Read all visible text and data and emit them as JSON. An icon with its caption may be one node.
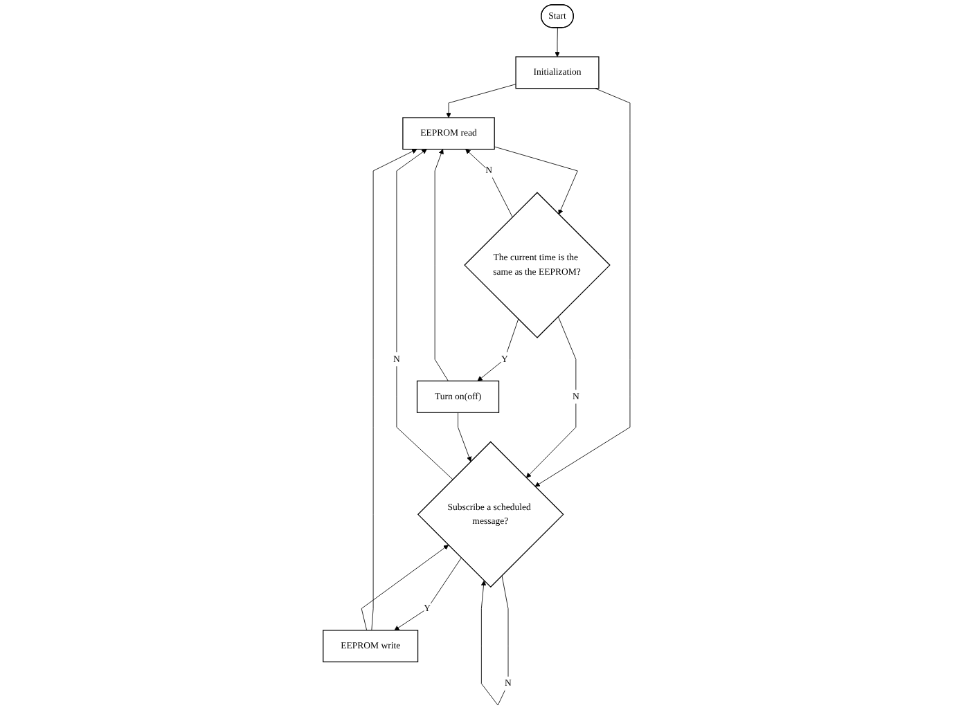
{
  "diagram": {
    "nodes": [
      {
        "text": [
          "Start"
        ]
      },
      {
        "text": [
          "Initialization"
        ]
      },
      {
        "text": [
          "EEPROM read"
        ]
      },
      {
        "text": [
          "The current time is the same as the EEPROM?"
        ]
      },
      {
        "text": [
          "Turn on(off)"
        ]
      },
      {
        "text": [
          "Subscribe a scheduled message?"
        ]
      },
      {
        "text": [
          "EEPROM write"
        ]
      }
    ],
    "edges": [
      {
        "from": 0,
        "to": 1,
        "arrow": "to"
      },
      {
        "from": 1,
        "to": 2,
        "arrow": "to"
      },
      {
        "from": 1,
        "to": 5,
        "arrow": "to"
      },
      {
        "from": 2,
        "to": 3,
        "arrow": "to"
      },
      {
        "from": 3,
        "to": 4,
        "label": "Y",
        "arrow": "to"
      },
      {
        "from": 3,
        "to": 2,
        "label": "N",
        "arrow": "to"
      },
      {
        "from": 3,
        "to": 5,
        "label": "N",
        "arrow": "to"
      },
      {
        "from": 4,
        "to": 2,
        "arrow": "to"
      },
      {
        "from": 4,
        "to": 5,
        "arrow": "to"
      },
      {
        "from": 5,
        "to": 6,
        "label": "Y",
        "arrow": "to"
      },
      {
        "from": 5,
        "to": 2,
        "label": "N",
        "arrow": "to"
      },
      {
        "from": 5,
        "to": 5,
        "label": "N",
        "arrow": "to"
      },
      {
        "from": 6,
        "to": 2,
        "arrow": "to"
      },
      {
        "from": 6,
        "to": 5,
        "arrow": "to"
      }
    ]
  }
}
